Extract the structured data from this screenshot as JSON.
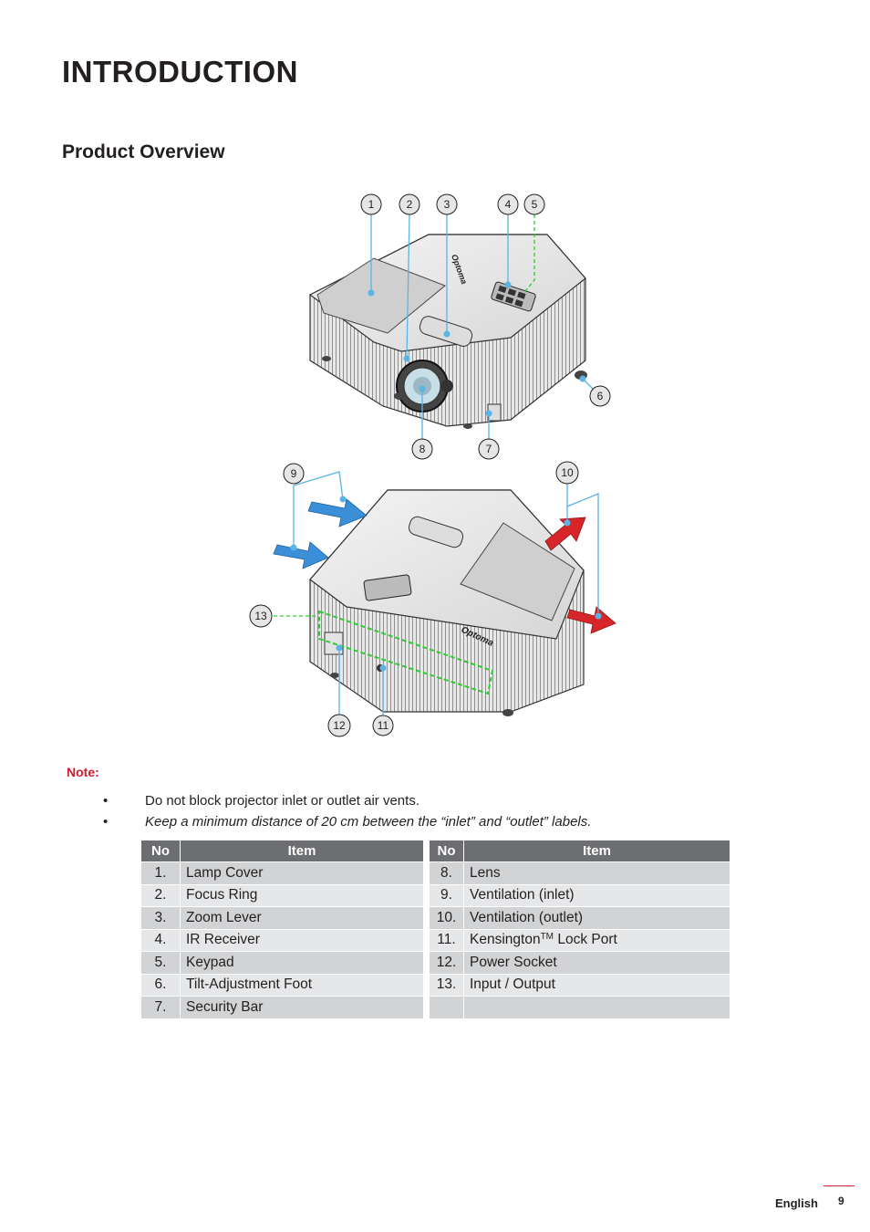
{
  "page": {
    "title": "INTRODUCTION",
    "section_title": "Product Overview"
  },
  "figure": {
    "callouts": [
      "1",
      "2",
      "3",
      "4",
      "5",
      "6",
      "7",
      "8",
      "9",
      "10",
      "11",
      "12",
      "13"
    ],
    "top_unit_brand": "Optoma",
    "bottom_unit_brand": "Optoma",
    "colors": {
      "callout_line": "#5ab4e6",
      "highlight_dash": "#2ecc2e",
      "inlet_arrow": "#3b8fd9",
      "outlet_arrow": "#d7262a"
    }
  },
  "note": {
    "label": "Note:",
    "bullets": [
      "Do not block projector inlet or outlet air vents.",
      "Keep a minimum distance of 20 cm between the “inlet” and “outlet” labels."
    ],
    "bullet_symbol": "•"
  },
  "table": {
    "headers": {
      "no": "No",
      "item": "Item"
    },
    "left": [
      {
        "no": "1.",
        "item": "Lamp Cover"
      },
      {
        "no": "2.",
        "item": "Focus Ring"
      },
      {
        "no": "3.",
        "item": "Zoom Lever"
      },
      {
        "no": "4.",
        "item": "IR Receiver"
      },
      {
        "no": "5.",
        "item": "Keypad"
      },
      {
        "no": "6.",
        "item": "Tilt-Adjustment Foot"
      },
      {
        "no": "7.",
        "item": "Security Bar"
      }
    ],
    "right": [
      {
        "no": "8.",
        "item": "Lens"
      },
      {
        "no": "9.",
        "item": "Ventilation (inlet)"
      },
      {
        "no": "10.",
        "item": "Ventilation (outlet)"
      },
      {
        "no": "11.",
        "item": "Kensington",
        "sup": "TM",
        "item_suffix": " Lock Port"
      },
      {
        "no": "12.",
        "item": "Power Socket"
      },
      {
        "no": "13.",
        "item": "Input / Output"
      },
      {
        "no": "",
        "item": ""
      }
    ]
  },
  "footer": {
    "language": "English",
    "page_number": "9",
    "accent_color": "#c8202f"
  }
}
